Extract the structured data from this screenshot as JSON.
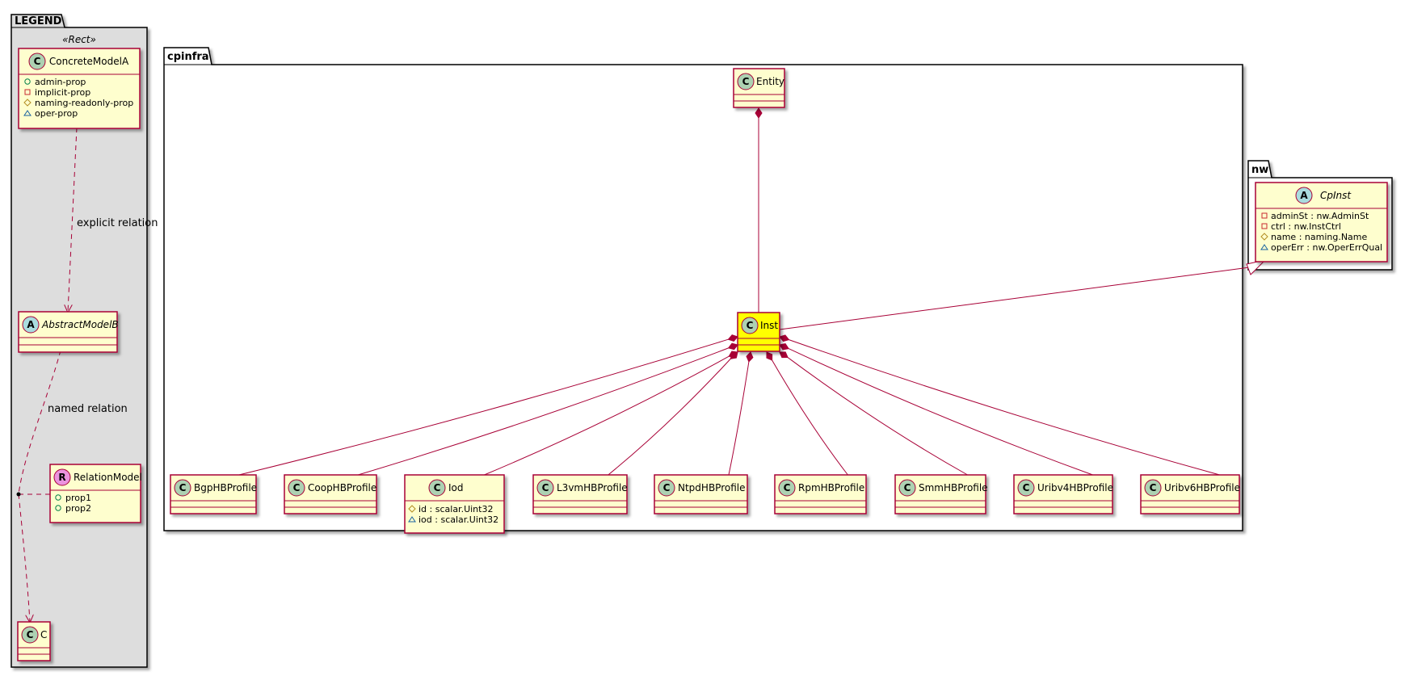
{
  "packages": {
    "legend": {
      "name": "LEGEND",
      "stereotype": "«Rect»"
    },
    "cpinfra": {
      "name": "cpinfra"
    },
    "nw": {
      "name": "nw"
    }
  },
  "legend": {
    "concrete": {
      "name": "ConcreteModelA",
      "badge": "C",
      "attrs": [
        {
          "vis": "public",
          "text": "admin-prop"
        },
        {
          "vis": "private",
          "text": "implicit-prop"
        },
        {
          "vis": "protected",
          "text": "naming-readonly-prop"
        },
        {
          "vis": "package",
          "text": "oper-prop"
        }
      ]
    },
    "abstract": {
      "name": "AbstractModelB",
      "badge": "A"
    },
    "relation": {
      "name": "RelationModel",
      "badge": "R",
      "attrs": [
        {
          "vis": "public",
          "text": "prop1"
        },
        {
          "vis": "public",
          "text": "prop2"
        }
      ]
    },
    "c": {
      "name": "C",
      "badge": "C"
    },
    "explicit_label": "explicit relation",
    "named_label": "named relation"
  },
  "cpinfra": {
    "entity": {
      "name": "Entity",
      "badge": "C"
    },
    "inst": {
      "name": "Inst",
      "badge": "C"
    },
    "children": [
      {
        "name": "BgpHBProfile",
        "badge": "C",
        "attrs": []
      },
      {
        "name": "CoopHBProfile",
        "badge": "C",
        "attrs": []
      },
      {
        "name": "Iod",
        "badge": "C",
        "attrs": [
          {
            "vis": "protected",
            "text": "id : scalar.Uint32"
          },
          {
            "vis": "package",
            "text": "iod : scalar.Uint32"
          }
        ]
      },
      {
        "name": "L3vmHBProfile",
        "badge": "C",
        "attrs": []
      },
      {
        "name": "NtpdHBProfile",
        "badge": "C",
        "attrs": []
      },
      {
        "name": "RpmHBProfile",
        "badge": "C",
        "attrs": []
      },
      {
        "name": "SmmHBProfile",
        "badge": "C",
        "attrs": []
      },
      {
        "name": "Uribv4HBProfile",
        "badge": "C",
        "attrs": []
      },
      {
        "name": "Uribv6HBProfile",
        "badge": "C",
        "attrs": []
      }
    ]
  },
  "nw": {
    "cpinst": {
      "name": "CpInst",
      "badge": "A",
      "attrs": [
        {
          "vis": "private",
          "text": "adminSt : nw.AdminSt"
        },
        {
          "vis": "private",
          "text": "ctrl : nw.InstCtrl"
        },
        {
          "vis": "protected",
          "text": "name : naming.Name"
        },
        {
          "vis": "package",
          "text": "operErr : nw.OperErrQual"
        }
      ]
    }
  },
  "colors": {
    "class_fill": "#FEFECE",
    "class_border": "#A80036",
    "inst_fill": "#FFFF00",
    "legend_fill": "#DDDDDD",
    "badge_class": "#ADD1B2",
    "badge_abstract": "#A9DCDF",
    "badge_relation": "#EB93DF"
  }
}
